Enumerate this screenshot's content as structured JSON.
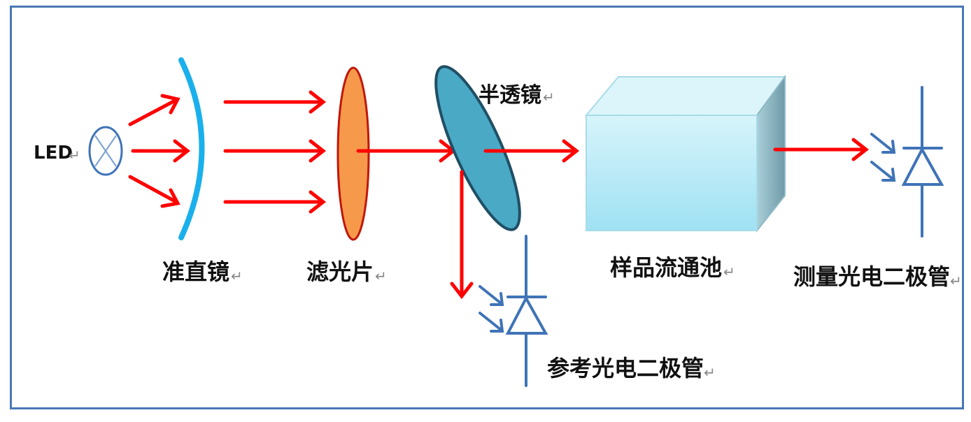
{
  "labels": {
    "led": "LED",
    "collimator": "准直镜",
    "filter": "滤光片",
    "beam_splitter": "半透镜",
    "sample_cell": "样品流通池",
    "measure_photodiode": "测量光电二极管",
    "reference_photodiode": "参考光电二极管"
  },
  "return_mark": "↵",
  "colors": {
    "frame": "#4a77b4",
    "light_ray": "#ff0000",
    "collimator": "#1ab0ec",
    "filter_fill": "#f7994b",
    "filter_stroke": "#c0170c",
    "splitter_fill": "#4aa9c5",
    "splitter_stroke": "#1f4f66",
    "cell_front": "#b8ecf8",
    "cell_top": "#d9f5fb",
    "cell_side": "#8fb9c6",
    "photodiode": "#3f73b7"
  }
}
